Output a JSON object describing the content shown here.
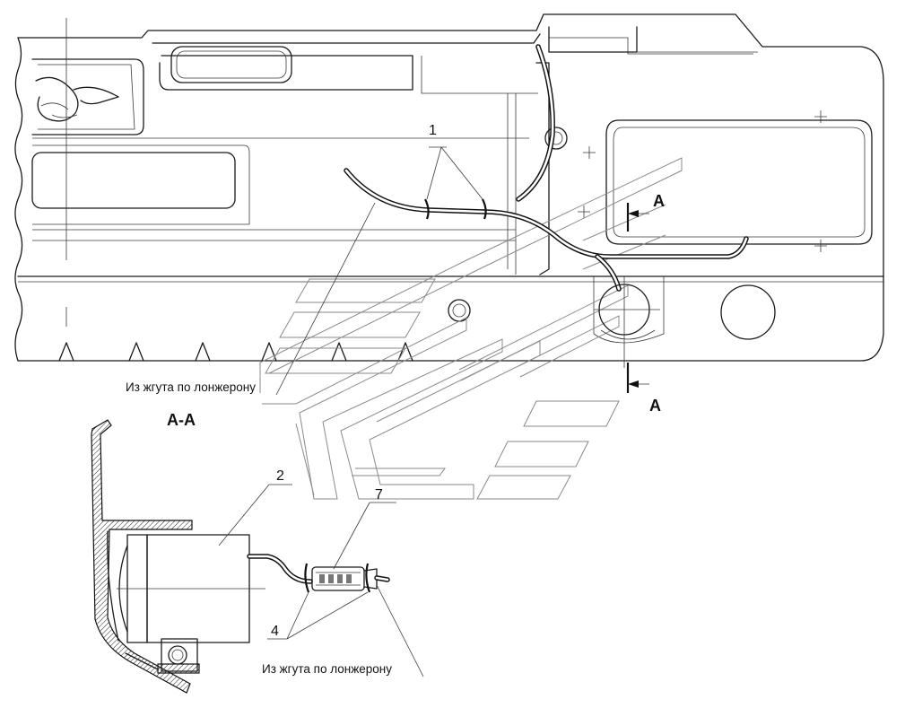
{
  "callouts": {
    "label_1": "1",
    "label_2": "2",
    "label_4": "4",
    "label_7": "7"
  },
  "section": {
    "marker_top": "A",
    "marker_bottom": "A",
    "title": "А-А"
  },
  "notes": {
    "harness_top": "Из жгута по лонжерону",
    "harness_bottom": "Из жгута по лонжерону"
  }
}
